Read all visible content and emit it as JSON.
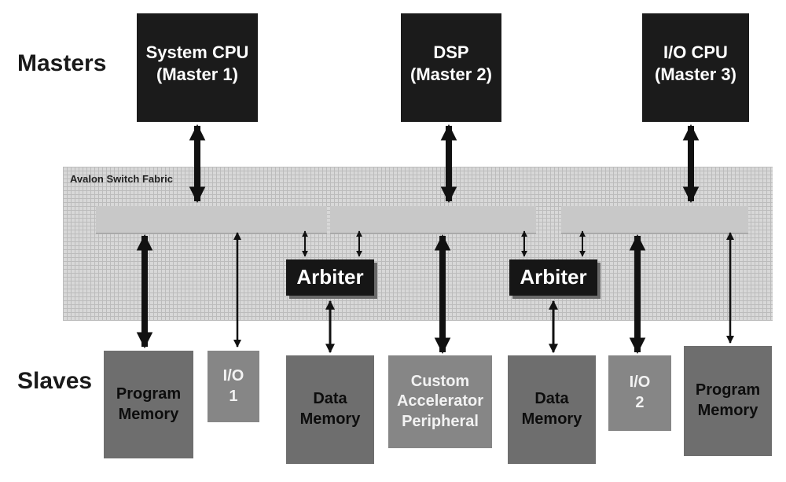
{
  "row_labels": {
    "masters": "Masters",
    "slaves": "Slaves"
  },
  "fabric": {
    "label": "Avalon Switch Fabric"
  },
  "masters": [
    {
      "label": "System CPU\n(Master 1)"
    },
    {
      "label": "DSP\n(Master 2)"
    },
    {
      "label": "I/O CPU\n(Master 3)"
    }
  ],
  "arbiters": [
    {
      "label": "Arbiter"
    },
    {
      "label": "Arbiter"
    }
  ],
  "slaves": [
    {
      "label": "Program\nMemory"
    },
    {
      "label": "I/O\n1"
    },
    {
      "label": "Data\nMemory"
    },
    {
      "label": "Custom\nAccelerator\nPeripheral"
    },
    {
      "label": "Data\nMemory"
    },
    {
      "label": "I/O\n2"
    },
    {
      "label": "Program\nMemory"
    }
  ],
  "colors": {
    "master_fill": "#1b1b1b",
    "slave_fill": "#6e6e6e",
    "fabric_fill": "#d8d8d8",
    "arrow": "#111111"
  }
}
